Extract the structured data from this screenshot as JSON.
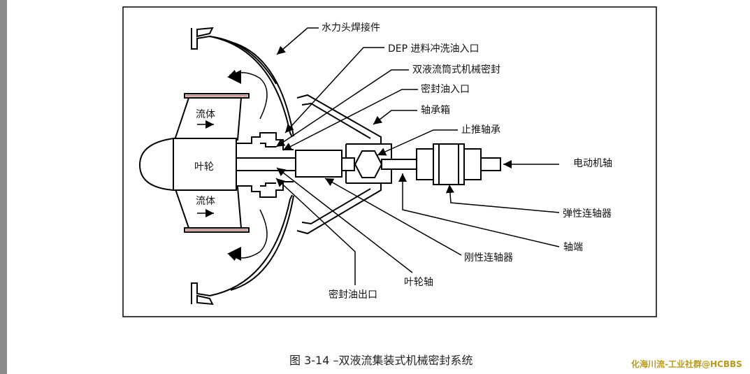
{
  "diagram": {
    "labels": {
      "hydraulic_head_weld": "水力头焊接件",
      "dep_flush_inlet": "DEP 进料冲洗油入口",
      "dual_cartridge_seal": "双液流筒式机械密封",
      "seal_oil_inlet": "密封油入口",
      "bearing_box": "轴承箱",
      "thrust_bearing": "止推轴承",
      "motor_shaft": "电动机轴",
      "elastic_coupling": "弹性连轴器",
      "shaft_end": "轴端",
      "rigid_coupling": "刚性连轴器",
      "impeller_shaft": "叶轮轴",
      "seal_oil_outlet": "密封油出口",
      "fluid_top": "流体",
      "fluid_bottom": "流体",
      "impeller": "叶轮"
    }
  },
  "caption": "图 3-14 –双液流集装式机械密封系统",
  "watermark": "化海川流-工业社群@HCBBS"
}
